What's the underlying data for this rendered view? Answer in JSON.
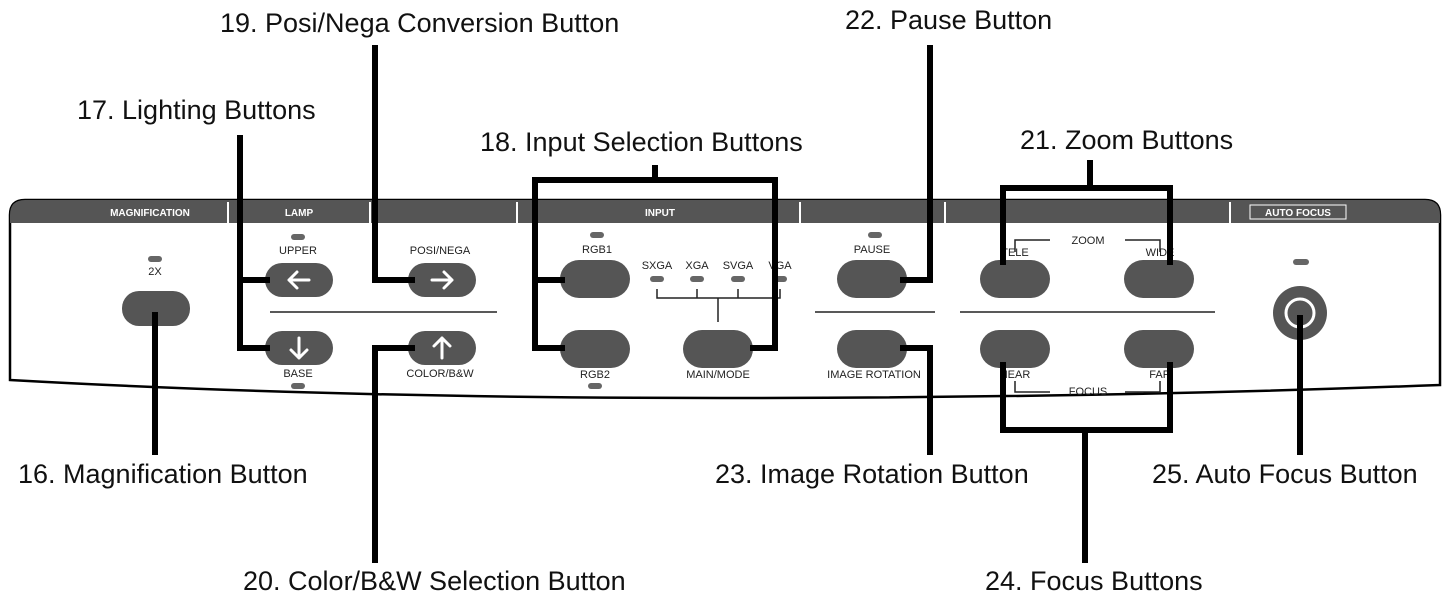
{
  "callouts": {
    "c16": "16. Magnification Button",
    "c17": "17. Lighting Buttons",
    "c18": "18. Input Selection Buttons",
    "c19": "19. Posi/Nega Conversion Button",
    "c20": "20. Color/B&W Selection Button",
    "c21": "21. Zoom Buttons",
    "c22": "22. Pause Button",
    "c23": "23. Image Rotation Button",
    "c24": "24. Focus Buttons",
    "c25": "25. Auto Focus Button"
  },
  "panel": {
    "sections": {
      "magnification": "MAGNIFICATION",
      "lamp": "LAMP",
      "input": "INPUT",
      "auto_focus": "AUTO FOCUS"
    },
    "labels": {
      "twox": "2X",
      "upper": "UPPER",
      "base": "BASE",
      "posi_nega": "POSI/NEGA",
      "color_bw": "COLOR/B&W",
      "rgb1": "RGB1",
      "rgb2": "RGB2",
      "sxga": "SXGA",
      "xga": "XGA",
      "svga": "SVGA",
      "vga": "VGA",
      "main_mode": "MAIN/MODE",
      "pause": "PAUSE",
      "image_rotation": "IMAGE ROTATION",
      "zoom": "ZOOM",
      "tele": "TELE",
      "wide": "WIDE",
      "focus": "FOCUS",
      "near": "NEAR",
      "far": "FAR"
    }
  },
  "colors": {
    "panel_bar": "#555555",
    "button": "#555555",
    "leader": "#000000"
  }
}
